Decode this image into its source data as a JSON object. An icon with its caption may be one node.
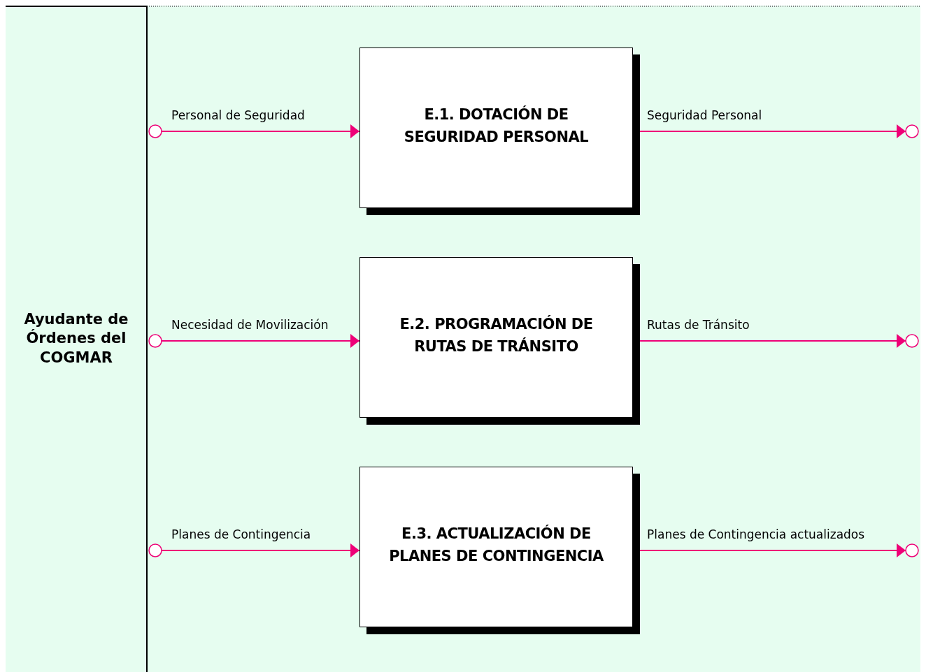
{
  "diagram": {
    "nodes": [
      {
        "text": [
          "Ayudante de Órdenes del COGMAR"
        ]
      },
      {
        "text": [
          "E.1. DOTACIÓN DE SEGURIDAD PERSONAL"
        ],
        "in": 0
      },
      {
        "text": [
          "E.2. PROGRAMACIÓN DE RUTAS DE TRÁNSITO"
        ],
        "in": 0
      },
      {
        "text": [
          "E.3. ACTUALIZACIÓN DE PLANES DE CONTINGENCIA"
        ],
        "in": 0
      }
    ],
    "edges": [
      {
        "from": null,
        "to": 1,
        "arrow": "to",
        "label": "Personal de Seguridad"
      },
      {
        "from": 1,
        "to": null,
        "arrow": "to",
        "label": "Seguridad Personal"
      },
      {
        "from": null,
        "to": 2,
        "arrow": "to",
        "label": "Necesidad de Movilización"
      },
      {
        "from": 2,
        "to": null,
        "arrow": "to",
        "label": "Rutas de Tránsito"
      },
      {
        "from": null,
        "to": 3,
        "arrow": "to",
        "label": "Planes de Contingencia"
      },
      {
        "from": 3,
        "to": null,
        "arrow": "to",
        "label": "Planes de Contingencia actualizados"
      }
    ]
  }
}
